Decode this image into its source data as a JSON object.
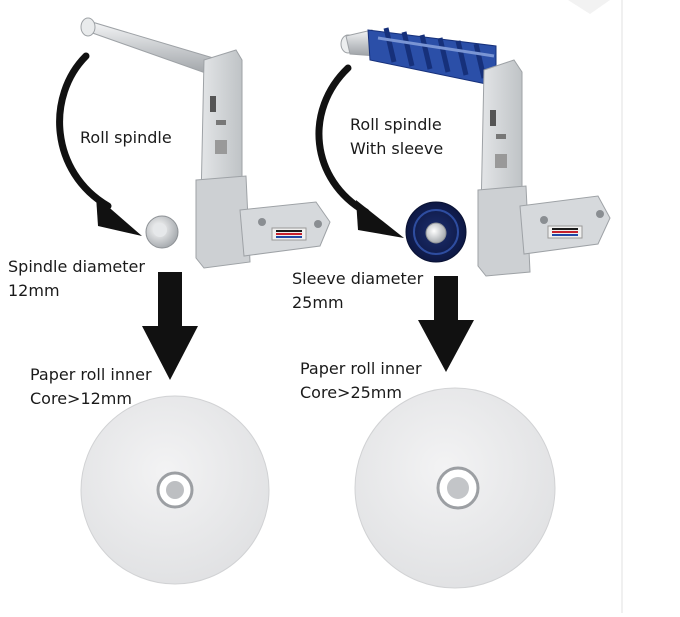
{
  "left": {
    "roll_spindle": "Roll spindle",
    "spindle_diameter_line1": "Spindle diameter",
    "spindle_diameter_line2": "12mm",
    "paper_roll_line1": "Paper roll inner",
    "paper_roll_line2": "Core>12mm"
  },
  "right": {
    "roll_spindle_line1": "Roll spindle",
    "roll_spindle_line2": "With sleeve",
    "sleeve_diameter_line1": "Sleeve diameter",
    "sleeve_diameter_line2": "25mm",
    "paper_roll_line1": "Paper roll inner",
    "paper_roll_line2": "Core>25mm"
  },
  "colors": {
    "arrow": "#111111",
    "metal": "#d2d5d8",
    "sleeve": "#2b4fa8",
    "paper": "#ecedee"
  }
}
